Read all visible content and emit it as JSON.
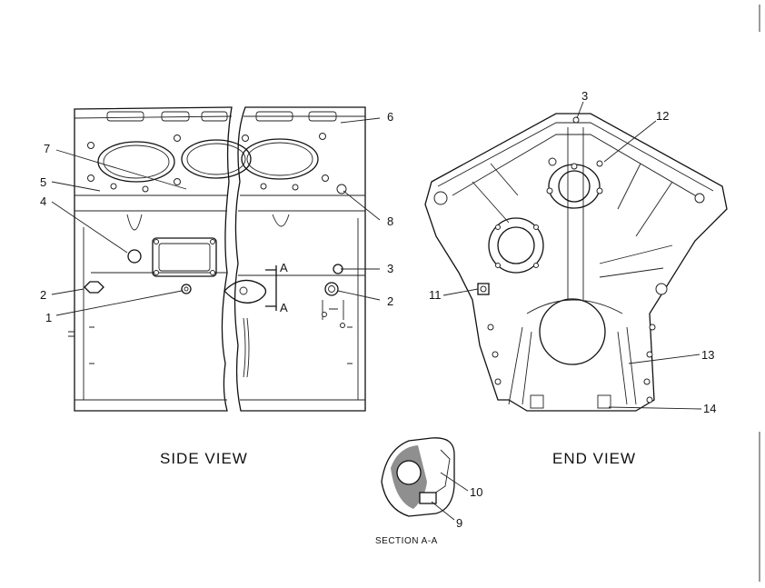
{
  "captions": {
    "side_view": "SIDE VIEW",
    "end_view": "END VIEW",
    "section": "SECTION A-A",
    "section_letter_top": "A",
    "section_letter_bottom": "A"
  },
  "callouts": {
    "c1": "1",
    "c2a": "2",
    "c2b": "2",
    "c3a": "3",
    "c3b": "3",
    "c4": "4",
    "c5": "5",
    "c6": "6",
    "c7": "7",
    "c8": "8",
    "c9": "9",
    "c10": "10",
    "c11": "11",
    "c12": "12",
    "c13": "13",
    "c14": "14"
  },
  "colors": {
    "line": "#111111",
    "background": "#ffffff"
  }
}
